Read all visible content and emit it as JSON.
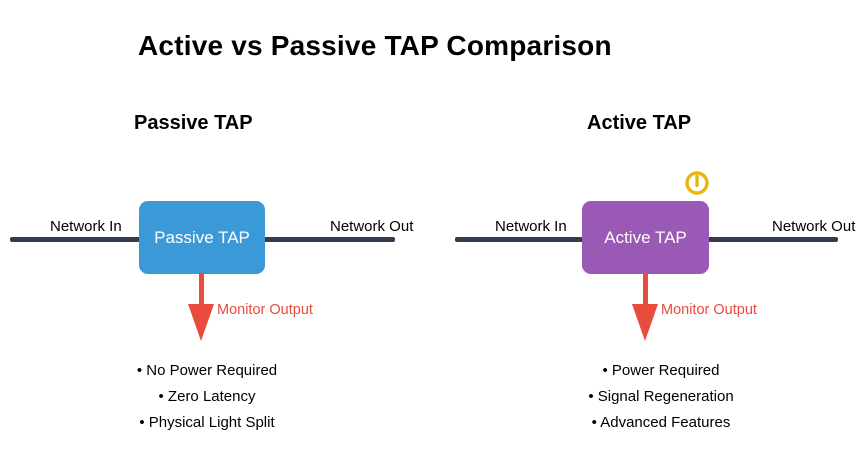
{
  "title": "Active vs Passive TAP Comparison",
  "colors": {
    "passive_box": "#3b99d8",
    "active_box": "#9b59b6",
    "wire": "#2e3e50",
    "arrow": "#e74c3c",
    "power_icon": "#e8b70d",
    "text": "#000000",
    "box_text": "#ffffff"
  },
  "panels": [
    {
      "heading": "Passive TAP",
      "network_in": "Network In",
      "network_out": "Network Out",
      "box_label": "Passive TAP",
      "monitor_label": "Monitor Output",
      "bullets": [
        "• No Power Required",
        "• Zero Latency",
        "• Physical Light Split"
      ]
    },
    {
      "heading": "Active TAP",
      "network_in": "Network In",
      "network_out": "Network Out",
      "box_label": "Active TAP",
      "power_icon": "power-indicator",
      "monitor_label": "Monitor Output",
      "bullets": [
        "• Power Required",
        "• Signal Regeneration",
        "• Advanced Features"
      ]
    }
  ]
}
